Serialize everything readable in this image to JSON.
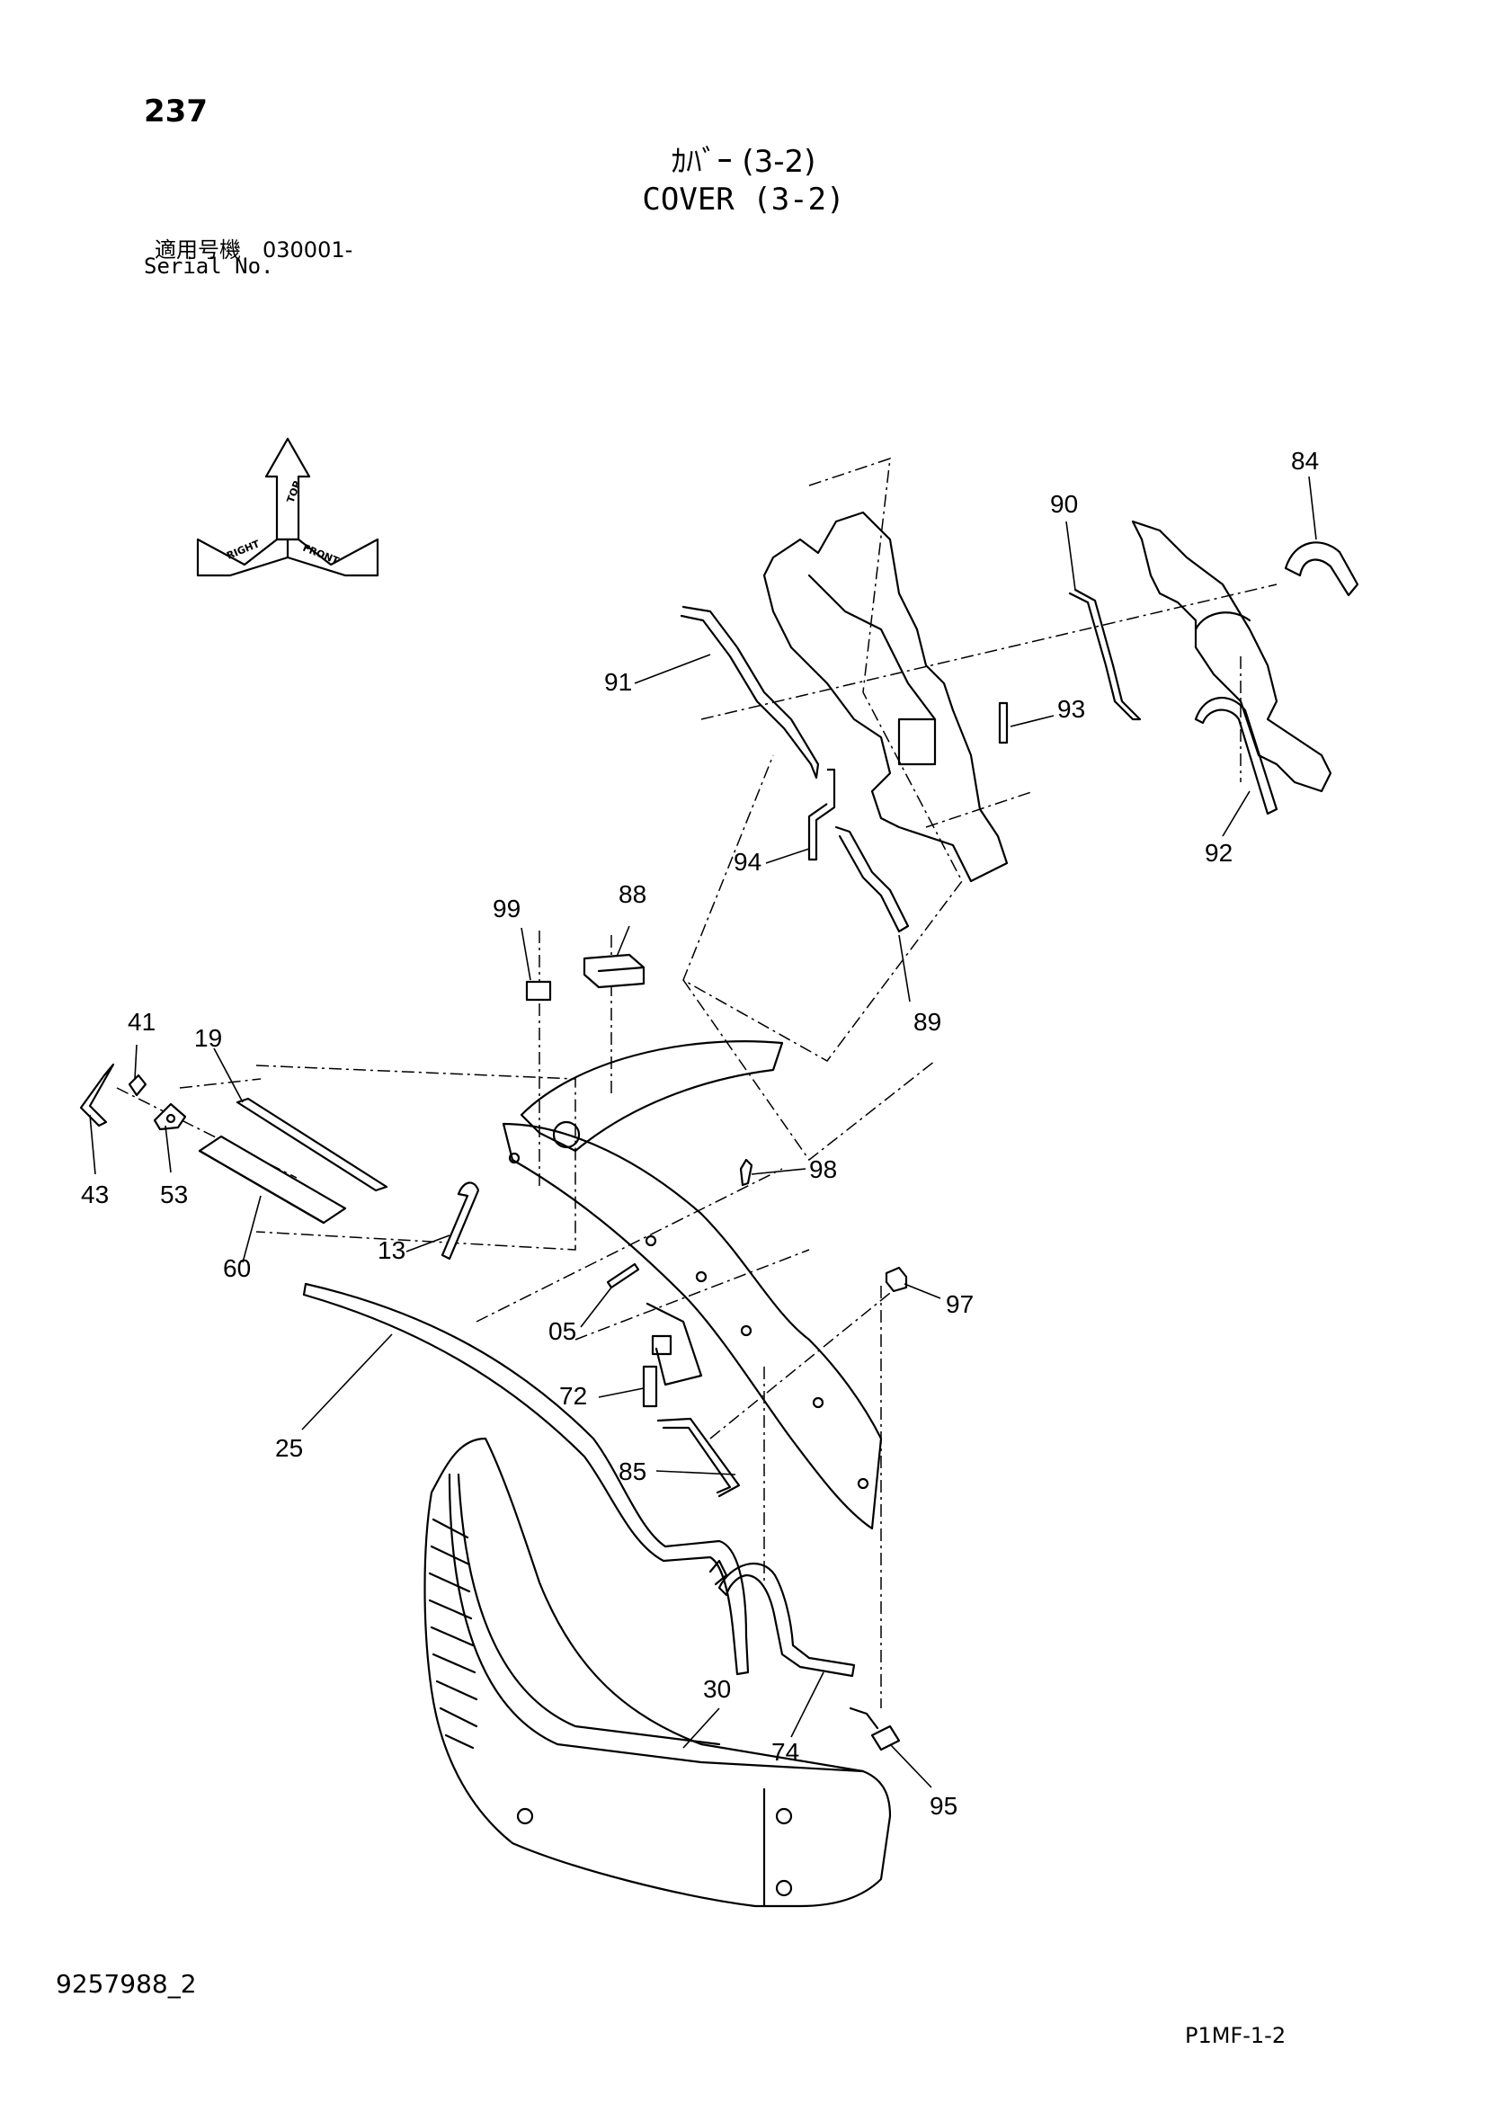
{
  "page_number": "237",
  "title_jp": "ｶﾊﾞｰ (3-2)",
  "title_en": "COVER (3-2)",
  "serial_label_jp": "適用号機　030001-",
  "serial_label_en": "Serial No.",
  "doc_id": "9257988_2",
  "sheet_id": "P1MF-1-2",
  "orientation_labels": {
    "top": "TOP",
    "front": "FRONT",
    "right": "RIGHT"
  },
  "callouts": {
    "c84": "84",
    "c90": "90",
    "c91": "91",
    "c93": "93",
    "c94": "94",
    "c92": "92",
    "c99": "99",
    "c88": "88",
    "c89": "89",
    "c41": "41",
    "c19": "19",
    "c43": "43",
    "c53": "53",
    "c60": "60",
    "c13": "13",
    "c98": "98",
    "c97": "97",
    "c05": "05",
    "c72": "72",
    "c25": "25",
    "c85": "85",
    "c30": "30",
    "c74": "74",
    "c95": "95"
  }
}
